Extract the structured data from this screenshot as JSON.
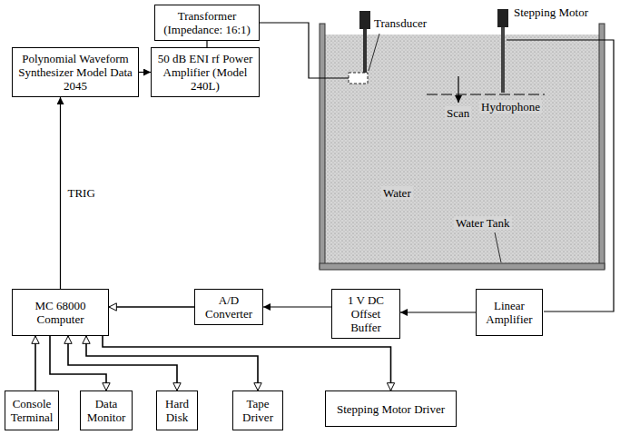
{
  "diagram": {
    "nodes": [
      {
        "text": [
          "Transformer (Impedance: 16:1)"
        ]
      },
      {
        "text": [
          "Polynomial Waveform Synthesizer Model Data 2045"
        ]
      },
      {
        "text": [
          "50 dB ENI rf Power Amplifier (Model 240L)"
        ]
      },
      {
        "text": [
          "MC 68000 Computer"
        ]
      },
      {
        "text": [
          "A/D Converter"
        ]
      },
      {
        "text": [
          "1 V DC Offset Buffer"
        ]
      },
      {
        "text": [
          "Linear Amplifier"
        ]
      },
      {
        "text": [
          "Console Terminal"
        ]
      },
      {
        "text": [
          "Data Monitor"
        ]
      },
      {
        "text": [
          "Hard Disk"
        ]
      },
      {
        "text": [
          "Tape Driver"
        ]
      },
      {
        "text": [
          "Stepping Motor Driver"
        ]
      }
    ],
    "edges": [
      {
        "from": 3,
        "to": 1,
        "arrow": "to",
        "label": "TRIG"
      },
      {
        "from": 1,
        "to": 2,
        "arrow": "to"
      },
      {
        "from": 2,
        "to": 0,
        "arrow": "none"
      },
      {
        "from": 6,
        "to": 5,
        "arrow": "to"
      },
      {
        "from": 5,
        "to": 4,
        "arrow": "to"
      },
      {
        "from": 4,
        "to": 3,
        "arrow": "to"
      },
      {
        "from": 7,
        "to": 3,
        "arrow": "to"
      },
      {
        "from": 3,
        "to": 8,
        "arrow": "to"
      },
      {
        "from": 3,
        "to": 9,
        "arrow": "both"
      },
      {
        "from": 3,
        "to": 10,
        "arrow": "both"
      },
      {
        "from": 3,
        "to": 11,
        "arrow": "to"
      }
    ],
    "labels": [
      "Transducer",
      "Stepping Motor",
      "Scan",
      "Hydrophone",
      "Water",
      "Water Tank"
    ]
  }
}
